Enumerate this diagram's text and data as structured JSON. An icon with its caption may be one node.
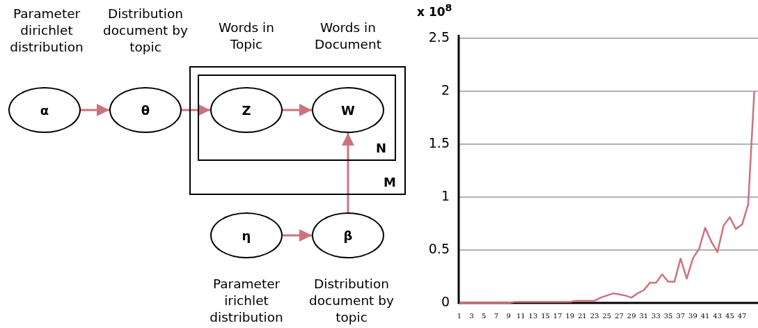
{
  "diagram": {
    "nodes": [
      {
        "text": [
          "α"
        ],
        "beside": [
          "Parameter dirichlet distribution"
        ]
      },
      {
        "text": [
          "θ"
        ],
        "beside": [
          "Distribution document by topic"
        ]
      },
      {
        "text": [
          "M"
        ]
      },
      {
        "text": [
          "N"
        ],
        "in": 2
      },
      {
        "text": [
          "Z"
        ],
        "in": 3,
        "beside": [
          "Words in Topic"
        ]
      },
      {
        "text": [
          "W"
        ],
        "in": 3,
        "beside": [
          "Words in Document"
        ]
      },
      {
        "text": [
          "η"
        ],
        "beside": [
          "Parameter irichlet distribution"
        ]
      },
      {
        "text": [
          "β"
        ],
        "beside": [
          "Distribution document by topic"
        ]
      }
    ],
    "edges": [
      {
        "from": 0,
        "to": 1,
        "arrow": "to"
      },
      {
        "from": 1,
        "to": 4,
        "arrow": "to"
      },
      {
        "from": 4,
        "to": 5,
        "arrow": "to"
      },
      {
        "from": 6,
        "to": 7,
        "arrow": "to"
      },
      {
        "from": 7,
        "to": 5,
        "arrow": "to"
      }
    ],
    "chart_data": {
      "type": "line",
      "ylabel": "x 10$^{8}$",
      "x": [
        1,
        2,
        3,
        4,
        5,
        6,
        7,
        8,
        9,
        10,
        11,
        12,
        13,
        14,
        15,
        16,
        17,
        18,
        19,
        20,
        21,
        22,
        23,
        24,
        25,
        26,
        27,
        28,
        29,
        30,
        31,
        32,
        33,
        34,
        35,
        36,
        37,
        38,
        39,
        40,
        41,
        42,
        43,
        44,
        45,
        46,
        47,
        48,
        49
      ],
      "series": [
        {
          "color": "#cd727c",
          "values": [
            0,
            0,
            0,
            0,
            0,
            0,
            0,
            0,
            0,
            0.01,
            0.01,
            0.01,
            0.01,
            0.01,
            0.01,
            0.01,
            0.01,
            0.01,
            0.01,
            0.02,
            0.02,
            0.02,
            0.02,
            0.05,
            0.07,
            0.09,
            0.08,
            0.07,
            0.05,
            0.09,
            0.12,
            0.19,
            0.19,
            0.27,
            0.2,
            0.2,
            0.42,
            0.23,
            0.42,
            0.51,
            0.71,
            0.58,
            0.48,
            0.73,
            0.81,
            0.7,
            0.74,
            0.93,
            2.0
          ]
        }
      ],
      "xlim": [
        1,
        49.6
      ],
      "ylim": [
        0,
        2.5
      ],
      "grid": true,
      "yticks": [
        0,
        0.5,
        1,
        1.5,
        2,
        2.5
      ],
      "xticks": [
        1,
        3,
        5,
        7,
        9,
        11,
        13,
        15,
        17,
        19,
        21,
        23,
        25,
        27,
        29,
        31,
        33,
        35,
        37,
        39,
        41,
        43,
        45,
        47
      ]
    }
  }
}
